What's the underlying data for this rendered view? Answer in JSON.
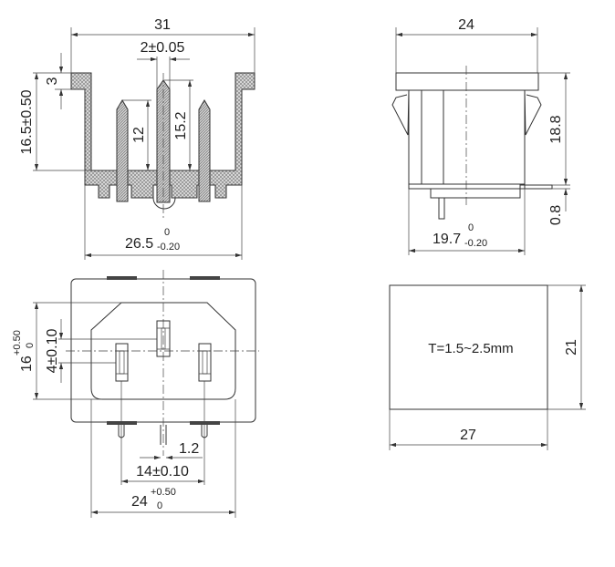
{
  "views": {
    "side_section": {
      "width": "31",
      "pin_pitch": "2±0.05",
      "flange_height": "3",
      "depth": "16.5±0.50",
      "pin_short": "12",
      "pin_long": "15.2",
      "base_width": "26.5",
      "base_width_tol_upper": "0",
      "base_width_tol_lower": "-0.20"
    },
    "side_view": {
      "width": "24",
      "height": "18.8",
      "tab_thickness": "0.8",
      "body_width": "19.7",
      "body_width_tol_upper": "0",
      "body_width_tol_lower": "-0.20"
    },
    "front_view": {
      "height": "16",
      "height_tol_upper": "+0.50",
      "height_tol_lower": "0",
      "pin_offset": "4±0.10",
      "pin_width": "1.2",
      "pin_spacing": "14±0.10",
      "width": "24",
      "width_tol_upper": "+0.50",
      "width_tol_lower": "0"
    },
    "panel_cutout": {
      "thickness_note": "T=1.5~2.5mm",
      "height": "21",
      "width": "27"
    }
  }
}
